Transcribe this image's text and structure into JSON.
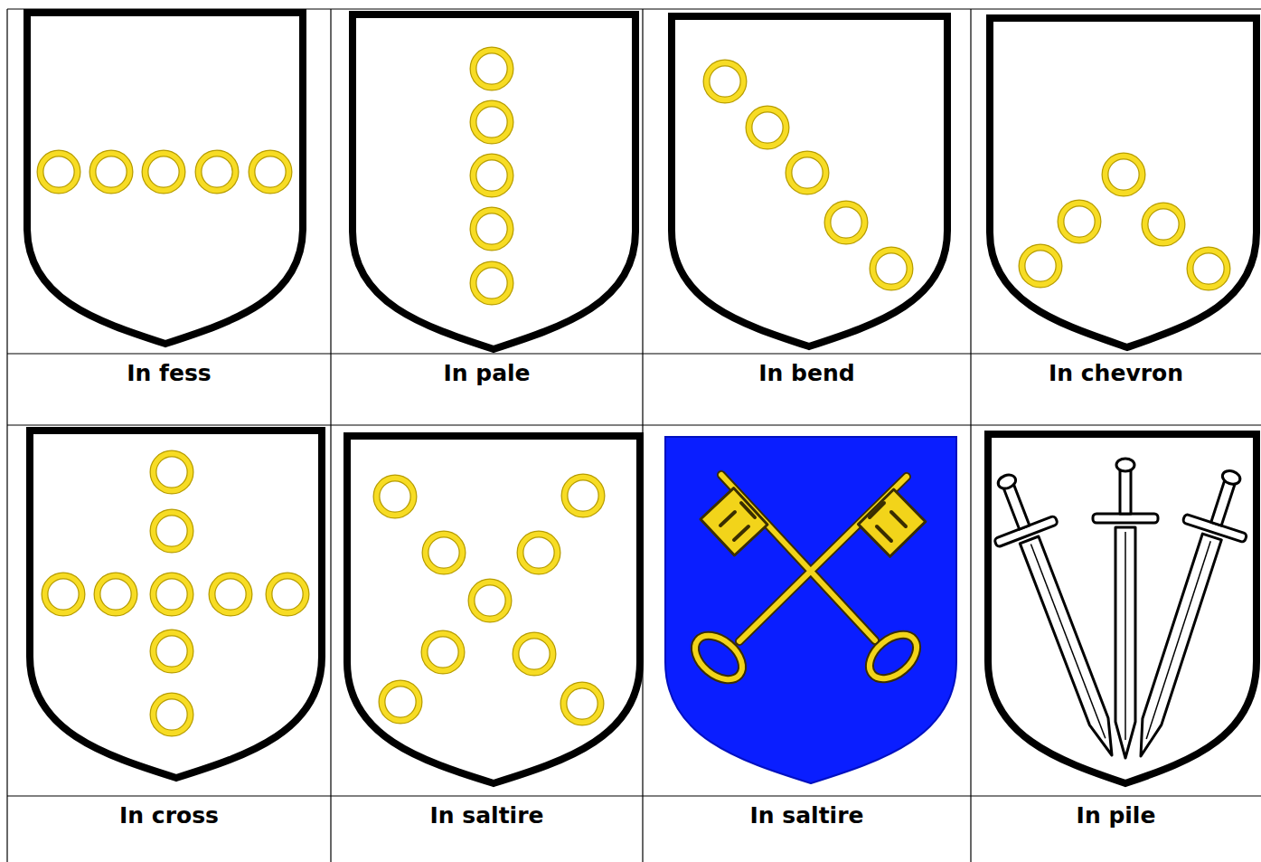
{
  "diagram": {
    "labels": [
      "In fess",
      "In pale",
      "In bend",
      "In chevron",
      "In cross",
      "In saltire",
      "In saltire",
      "In pile"
    ]
  }
}
